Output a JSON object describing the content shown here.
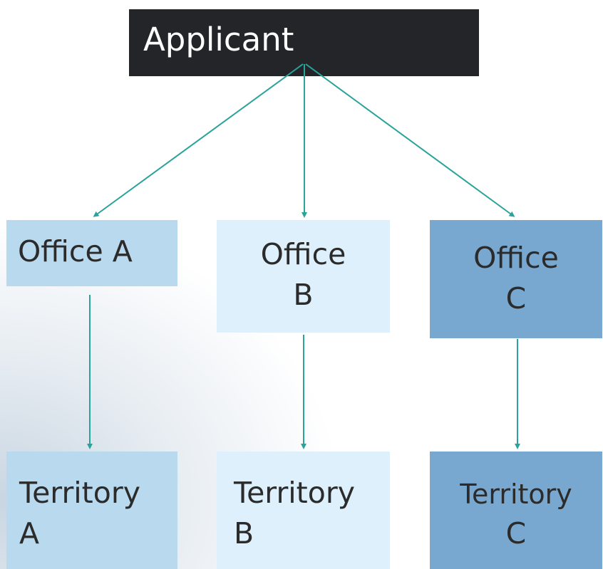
{
  "applicant": {
    "label": "Applicant"
  },
  "offices": [
    {
      "line1": "Office A",
      "line2": ""
    },
    {
      "line1": "Office",
      "line2": "B"
    },
    {
      "line1": "Office",
      "line2": "C"
    }
  ],
  "territories": [
    {
      "line1": "Territory",
      "line2": "A"
    },
    {
      "line1": "Territory",
      "line2": "B"
    },
    {
      "line1": "Territory",
      "line2": "C"
    }
  ],
  "colors": {
    "applicant_fill": "#232528",
    "column_a_fill": "#b9d9ef",
    "column_b_fill": "#def0fb",
    "column_c_fill": "#78a8d0",
    "arrow": "#2aa39a"
  }
}
